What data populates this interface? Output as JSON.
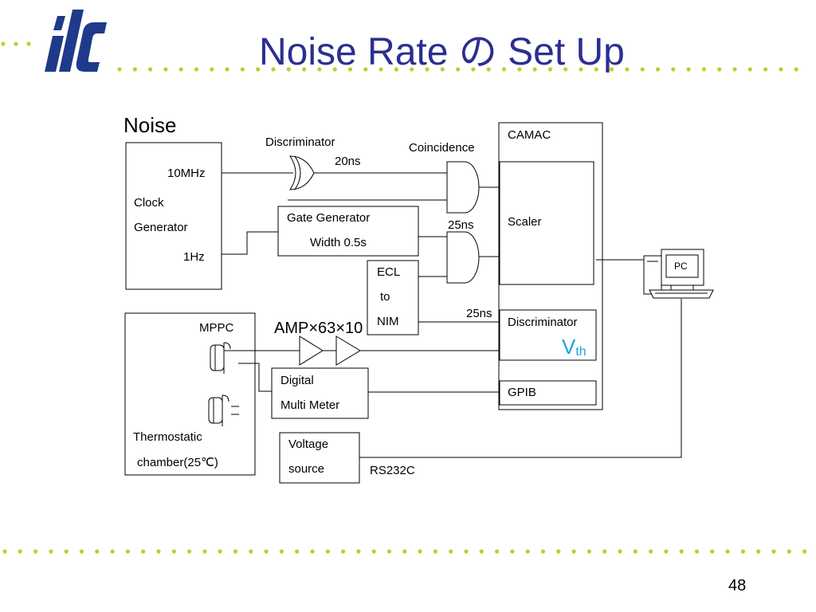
{
  "slide": {
    "title": "Noise Rate の Set Up",
    "page_number": "48"
  },
  "diagram": {
    "heading": "Noise",
    "clock": {
      "freq_top": "10MHz",
      "label_line1": "Clock",
      "label_line2": "Generator",
      "freq_bottom": "1Hz"
    },
    "discriminator_label": "Discriminator",
    "delay_20": "20ns",
    "coincidence_label": "Coincidence",
    "gate_generator": {
      "line1": "Gate Generator",
      "line2": "Width 0.5s"
    },
    "delay_25a": "25ns",
    "delay_25b": "25ns",
    "ecl_nim": {
      "line1": "ECL",
      "line2": "to",
      "line3": "NIM"
    },
    "camac": {
      "label": "CAMAC",
      "scaler": "Scaler",
      "discriminator": "Discriminator",
      "vth_main": "V",
      "vth_sub": "th",
      "gpib": "GPIB"
    },
    "pc_label": "PC",
    "mppc_label": "MPPC",
    "amp_label": "AMP×63×10",
    "dmm": {
      "line1": "Digital",
      "line2": "Multi Meter"
    },
    "thermo": {
      "line1": "Thermostatic",
      "line2": "chamber(25℃)"
    },
    "voltage": {
      "line1": "Voltage",
      "line2": "source"
    },
    "rs232c": "RS232C"
  },
  "colors": {
    "title": "#2b2f8f",
    "logo": "#1f3a8a",
    "dots": "#b7d22a",
    "vth": "#1aa3e0"
  }
}
